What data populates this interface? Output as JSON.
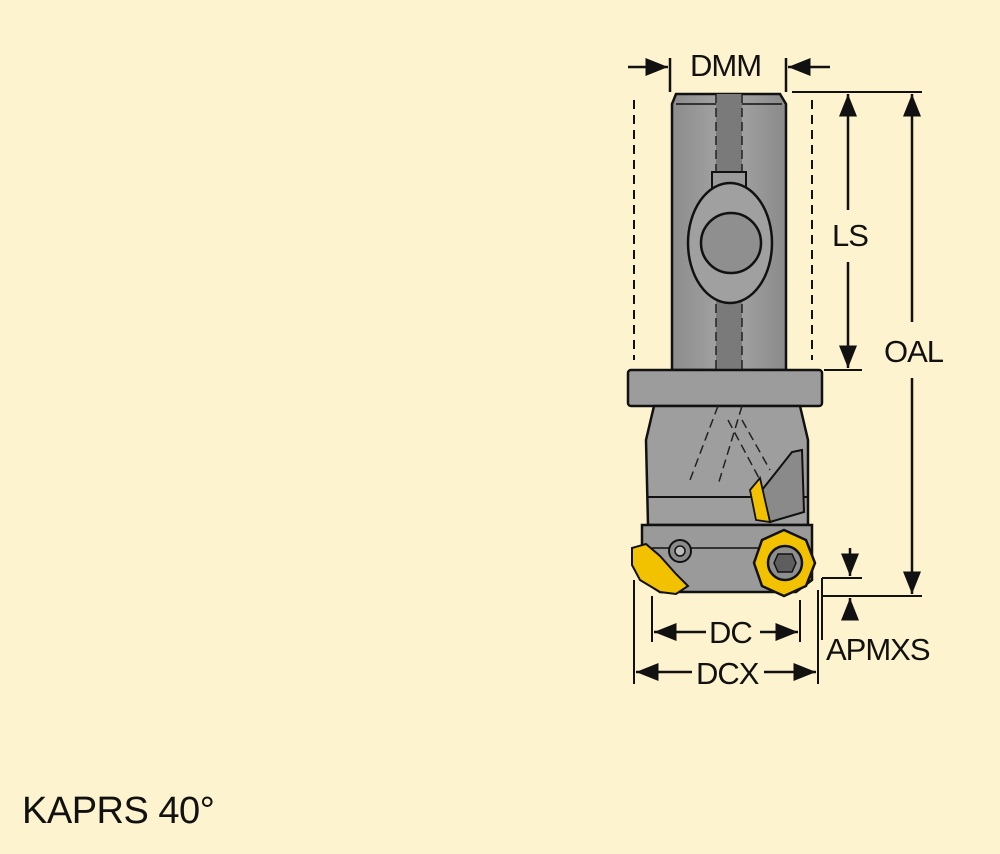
{
  "labels": {
    "dmm": "DMM",
    "ls": "LS",
    "oal": "OAL",
    "dc": "DC",
    "dcx": "DCX",
    "apmxs": "APMXS"
  },
  "caption": "KAPRS 40°",
  "colors": {
    "background": "#fdf3cf",
    "tool_body": "#9a9a9a",
    "tool_body_dark": "#6f6f6f",
    "insert": "#f2c200",
    "line": "#111111"
  }
}
